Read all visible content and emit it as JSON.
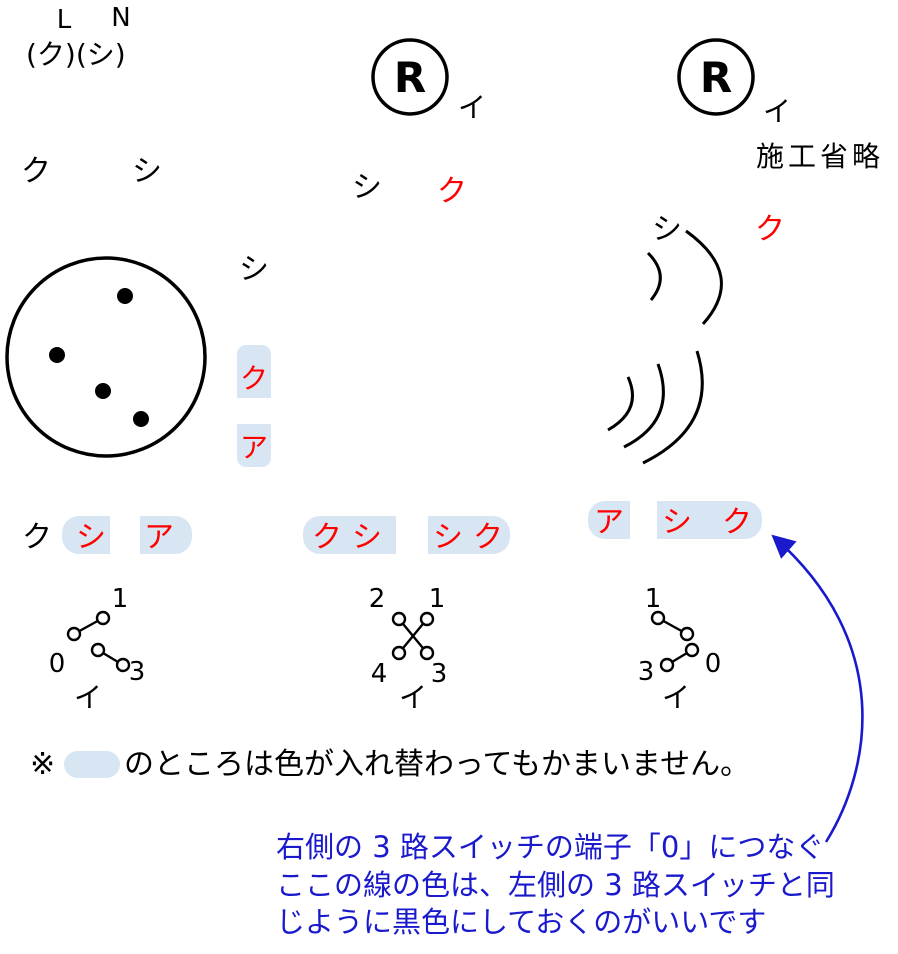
{
  "colors": {
    "line_black": "#000000",
    "label_red": "#ff0000",
    "annotation_blue": "#1a1acc",
    "connector_pill_blue": "#d8e6f3"
  },
  "power_source": {
    "line": "L",
    "neutral": "N",
    "wire_colors": "(ク)(シ)"
  },
  "source_wires": {
    "black": "ク",
    "white": "シ"
  },
  "lamp_left": {
    "symbol": "R",
    "circuit": "イ",
    "wire_white": "シ",
    "wire_black": "ク"
  },
  "lamp_right": {
    "symbol": "R",
    "circuit": "イ",
    "omission_note": "施工省略",
    "wire_white": "シ",
    "wire_black": "ク"
  },
  "junction": {
    "white": "シ"
  },
  "vertical_connector": {
    "top": "ク",
    "bottom": "ア"
  },
  "connector_left": {
    "outside": "ク",
    "cell1": "シ",
    "cell2": "ア"
  },
  "connector_middle": {
    "cell1": "ク",
    "cell2": "シ",
    "cell3": "シ",
    "cell4": "ク"
  },
  "connector_right": {
    "cell1": "ア",
    "cell2": "シ",
    "cell3": "ク"
  },
  "switch_left": {
    "label_1": "1",
    "label_0": "0",
    "label_3": "3",
    "circuit": "イ"
  },
  "switch_middle": {
    "label_2": "2",
    "label_1": "1",
    "label_4": "4",
    "label_3": "3",
    "circuit": "イ"
  },
  "switch_right": {
    "label_1": "1",
    "label_0": "0",
    "label_3": "3",
    "circuit": "イ"
  },
  "note": {
    "marker": "※",
    "text": "のところは色が入れ替わってもかまいません。"
  },
  "annotation": {
    "line1": "右側の 3 路スイッチの端子「0」につなぐ",
    "line2": "ここの線の色は、左側の 3 路スイッチと同",
    "line3": "じように黒色にしておくのがいいです"
  }
}
